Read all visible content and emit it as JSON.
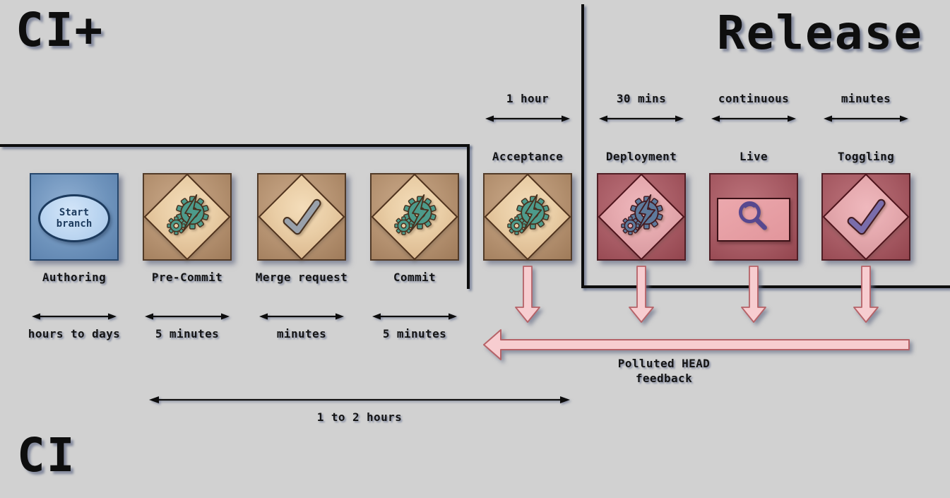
{
  "titles": {
    "ci_plus": "CI+",
    "release": "Release",
    "ci": "CI"
  },
  "stages": [
    {
      "label": "Authoring",
      "time": "hours to days",
      "zone": "CI",
      "icon": "start-branch-ellipse",
      "box_text": "Start branch"
    },
    {
      "label": "Pre-Commit",
      "time": "5 minutes",
      "zone": "CI",
      "icon": "gears-lightning-icon"
    },
    {
      "label": "Merge request",
      "time": "minutes",
      "zone": "CI",
      "icon": "checkmark-icon"
    },
    {
      "label": "Commit",
      "time": "5 minutes",
      "zone": "CI",
      "icon": "gears-lightning-icon"
    },
    {
      "label": "Acceptance",
      "time": "1 hour",
      "zone": "CI+",
      "icon": "gears-lightning-icon"
    },
    {
      "label": "Deployment",
      "time": "30 mins",
      "zone": "Release",
      "icon": "gears-lightning-icon"
    },
    {
      "label": "Live",
      "time": "continuous",
      "zone": "Release",
      "icon": "magnifier-icon"
    },
    {
      "label": "Toggling",
      "time": "minutes",
      "zone": "Release",
      "icon": "checkmark-icon"
    }
  ],
  "feedback": {
    "line1": "Polluted HEAD",
    "line2": "feedback"
  },
  "span": {
    "label": "1 to 2 hours"
  },
  "colors": {
    "background": "#d1d1d1",
    "tan_box": "#b3906f",
    "red_box": "#a65a63",
    "blue_box": "#6d92bb",
    "diamond_tan": "#e9cda5",
    "diamond_red": "#e5a9ae",
    "pink_arrow_fill": "#f7cdd0",
    "pink_arrow_border": "#b66267",
    "teal_icon": "#4d9b8b",
    "slate_icon": "#5e7a9c",
    "purple_check": "#7a6dab",
    "purple_magnifier": "#57488f",
    "gray_check": "#99a1ab",
    "line": "#0d0d0d"
  }
}
